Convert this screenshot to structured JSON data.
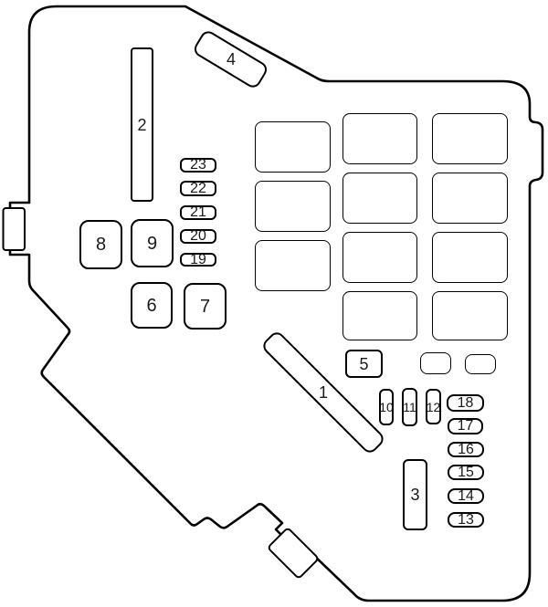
{
  "diagram": {
    "background_color": "#ffffff",
    "line_color": "#000000",
    "labels": {
      "f1": "1",
      "f2": "2",
      "f3": "3",
      "f4": "4",
      "f5": "5",
      "f6": "6",
      "f7": "7",
      "f8": "8",
      "f9": "9",
      "f10": "10",
      "f11": "11",
      "f12": "12",
      "f13": "13",
      "f14": "14",
      "f15": "15",
      "f16": "16",
      "f17": "17",
      "f18": "18",
      "f19": "19",
      "f20": "20",
      "f21": "21",
      "f22": "22",
      "f23": "23"
    }
  }
}
